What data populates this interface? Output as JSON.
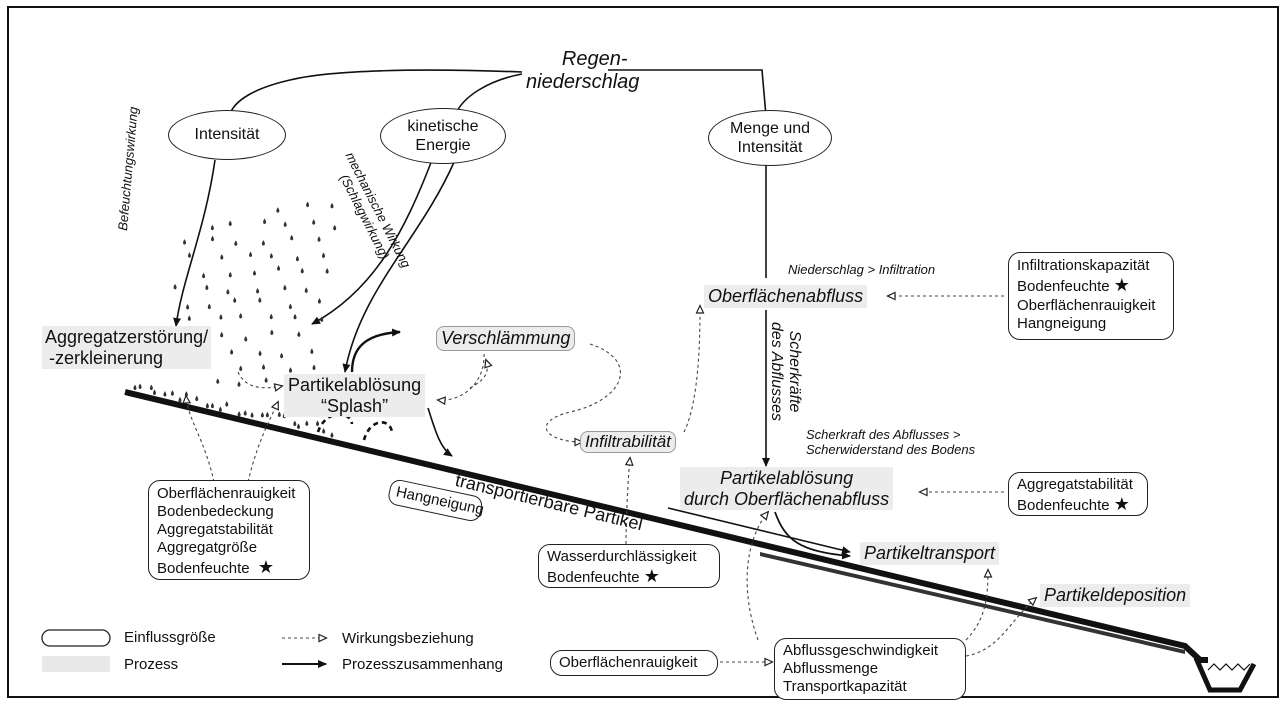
{
  "rain": {
    "line1": "Regen-",
    "line2": "niederschlag"
  },
  "factors_top": {
    "intensity": "Intensität",
    "kinetic_1": "kinetische",
    "kinetic_2": "Energie",
    "amount_1": "Menge und",
    "amount_2": "Intensität"
  },
  "edges": {
    "wetting": "Befeuchtungswirkung",
    "mechanical_1": "mechanische Wirkung",
    "mechanical_2": "(Schlagwirkung)",
    "precip_gt_infil": "Niederschlag > Infiltration",
    "shear_1": "Scherkräfte",
    "shear_2": "des Abflusses",
    "shear_cond_1": "Scherkraft des Abflusses >",
    "shear_cond_2": "Scherwiderstand des Bodens"
  },
  "processes": {
    "aggregate_1": "Aggregatzerstörung/",
    "aggregate_2": "-zerkleinerung",
    "detach_1": "Partikelablösung",
    "detach_2": "“Splash”",
    "sealing": "Verschlämmung",
    "infiltrability": "Infiltrabilität",
    "runoff": "Oberflächenabfluss",
    "runoff_detach_1": "Partikelablösung",
    "runoff_detach_2": "durch Oberflächenabfluss",
    "transportable": "transportierbare Partikel",
    "transport": "Partikeltransport",
    "deposition": "Partikeldeposition"
  },
  "boxes": {
    "infiltration_factors": [
      "Infiltrationskapazität",
      "Bodenfeuchte",
      "Oberflächenrauigkeit",
      "Hangneigung"
    ],
    "detach_factors": [
      "Aggregatstabilität",
      "Bodenfeuchte"
    ],
    "splash_factors": [
      "Oberflächenrauigkeit",
      "Bodenbedeckung",
      "Aggregatstabilität",
      "Aggregatgröße",
      "Bodenfeuchte"
    ],
    "slope": "Hangneigung",
    "permeability": [
      "Wasserdurchlässigkeit",
      "Bodenfeuchte"
    ],
    "roughness": "Oberflächenrauigkeit",
    "flow": [
      "Abflussgeschwindigkeit",
      "Abflussmenge",
      "Transportkapazität"
    ]
  },
  "star_symbol": "★",
  "legend": {
    "factor": "Einflussgröße",
    "process": "Prozess",
    "effect": "Wirkungsbeziehung",
    "process_link": "Prozesszusammenhang"
  }
}
